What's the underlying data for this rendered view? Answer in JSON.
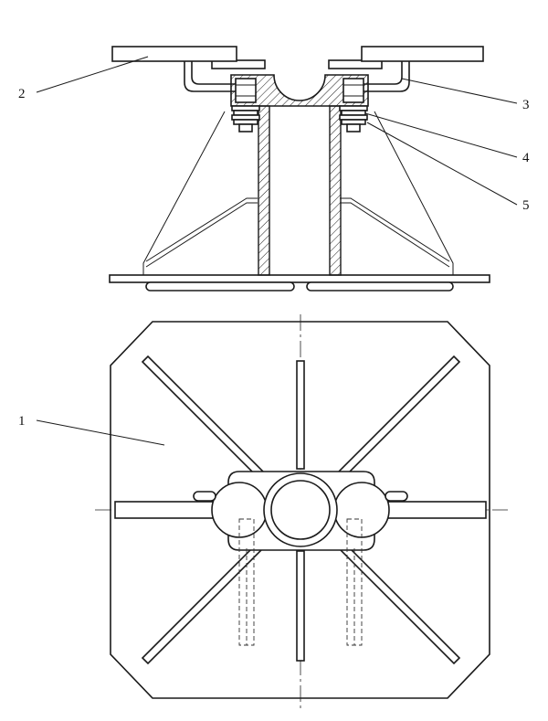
{
  "title": "",
  "callouts": [
    {
      "id": "1",
      "label": "1"
    },
    {
      "id": "2",
      "label": "2"
    },
    {
      "id": "3",
      "label": "3"
    },
    {
      "id": "4",
      "label": "4"
    },
    {
      "id": "5",
      "label": "5"
    }
  ]
}
